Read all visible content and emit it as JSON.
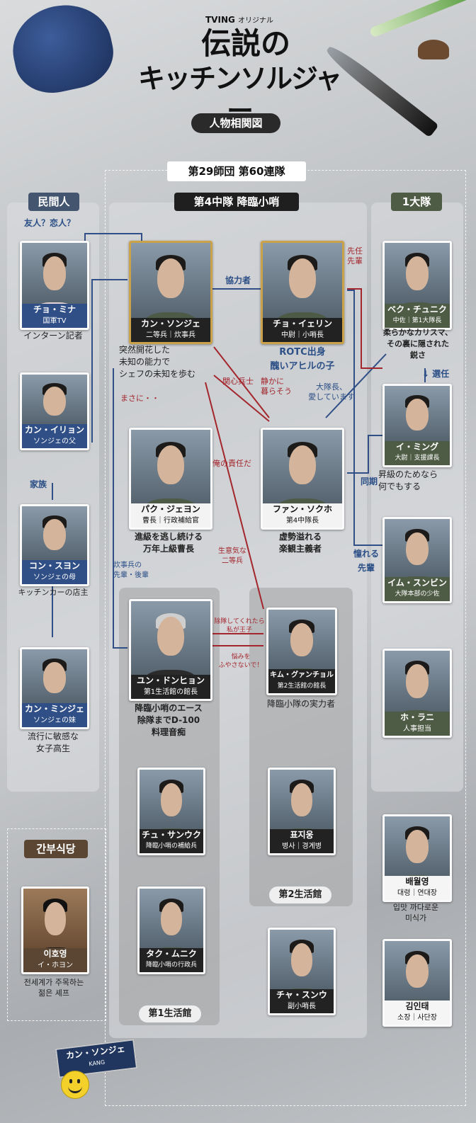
{
  "header": {
    "brand": "TVING",
    "brand_suffix": "オリジナル",
    "title_line1": "伝説の",
    "title_line2": "キッチンソルジャー",
    "subtitle": "人物相関図"
  },
  "division": "第29師団 第60連隊",
  "groups": {
    "civilians": "民間人",
    "company": "第4中隊 降臨小哨",
    "battalion": "1大隊",
    "officers_mess": "간부식당",
    "building1": "第1生活館",
    "building2": "第2生活館"
  },
  "characters": {
    "mina": {
      "name": "チョ・ミナ",
      "role": "国軍TV",
      "desc": "インターン記者"
    },
    "iryon": {
      "name": "カン・イリョン",
      "role": "ソンジェの父"
    },
    "suyon": {
      "name": "コン・スヨン",
      "role": "ソンジェの母",
      "desc": "キッチンカーの店主"
    },
    "minje": {
      "name": "カン・ミンジェ",
      "role": "ソンジェの妹",
      "desc1": "流行に敏感な",
      "desc2": "女子高生"
    },
    "sonje": {
      "name": "カン・ソンジェ",
      "role": "二等兵｜炊事兵",
      "desc1": "突然開花した",
      "desc2": "未知の能力で",
      "desc3": "シェフの未知を歩む"
    },
    "yerin": {
      "name": "チョ・イェリン",
      "role": "中尉｜小哨長",
      "desc1": "ROTC出身",
      "desc2": "醜いアヒルの子"
    },
    "jeyon": {
      "name": "パク・ジェヨン",
      "role": "曹長｜行政補給官",
      "desc1": "進級を逃し続ける",
      "desc2": "万年上級曹長"
    },
    "sokho": {
      "name": "ファン・ソクホ",
      "role": "第4中隊長",
      "desc1": "虚勢溢れる",
      "desc2": "楽観主義者"
    },
    "dongheon": {
      "name": "ユン・ドンヒョン",
      "role": "第1生活館の館長",
      "desc1": "降臨小哨のエース",
      "desc2": "除隊までD-100",
      "desc3": "料理音痴"
    },
    "gwanchol": {
      "name": "キム・グァンチョル",
      "role": "第2生活館の館長",
      "desc": "降臨小隊の実力者"
    },
    "sanuk": {
      "name": "チュ・サンウク",
      "role": "降臨小哨の補給兵"
    },
    "jiyong": {
      "name": "표지웅",
      "role": "병사｜경계병"
    },
    "munku": {
      "name": "タク・ムニク",
      "role": "降臨小哨の行政兵"
    },
    "sunu": {
      "name": "チャ・スンウ",
      "role": "副小哨長"
    },
    "chunik": {
      "name": "ベク・チュニク",
      "role": "中佐｜第1大隊長",
      "desc1": "柔らかなカリスマ、",
      "desc2": "その裏に隠された",
      "desc3": "鋭さ"
    },
    "iming": {
      "name": "イ・ミング",
      "role": "大尉｜支援課長",
      "desc1": "昇級のためなら",
      "desc2": "何でもする"
    },
    "sunbin": {
      "name": "イム・スンビン",
      "role": "大隊本部の少佐"
    },
    "rani": {
      "name": "ホ・ラニ",
      "role": "人事担当"
    },
    "woryong": {
      "name": "배월영",
      "role": "대령｜연대장",
      "desc1": "입맛 까다로운",
      "desc2": "미식가"
    },
    "intae": {
      "name": "김인태",
      "role": "소장｜사단장"
    },
    "hoyong": {
      "name": "이호영",
      "role": "イ・ホヨン",
      "desc1": "전세계가 주목하는",
      "desc2": "젊은 셰프"
    }
  },
  "relations": {
    "friend": "友人？恋人？",
    "family": "家族",
    "cooperator": "協力者",
    "senior": "先任",
    "senior2": "先輩",
    "exactly": "まさに・・",
    "interest": "関心兵士",
    "quiet": "静かに",
    "quiet2": "暮らそう",
    "love1": "大隊長、",
    "love2": "愛しています",
    "appointed": "選任",
    "classmate": "同期",
    "admire": "憧れる",
    "admire2": "先輩",
    "responsibility": "俺の責任だ",
    "cheeky1": "生意気な",
    "cheeky2": "二等兵",
    "cook1": "炊事兵の",
    "cook2": "先輩・後輩",
    "prince1": "除隊してくれたら",
    "prince2": "私が王子",
    "worry1": "悩みを",
    "worry2": "ふやさないで！"
  },
  "badge": {
    "name": "カン・ソンジェ",
    "sub": "KANG"
  },
  "colors": {
    "gold": "#c9a24a",
    "red": "#a3262d",
    "blue": "#2b4f86",
    "green_header": "#4f5c45",
    "brown_header": "#5a4632"
  }
}
